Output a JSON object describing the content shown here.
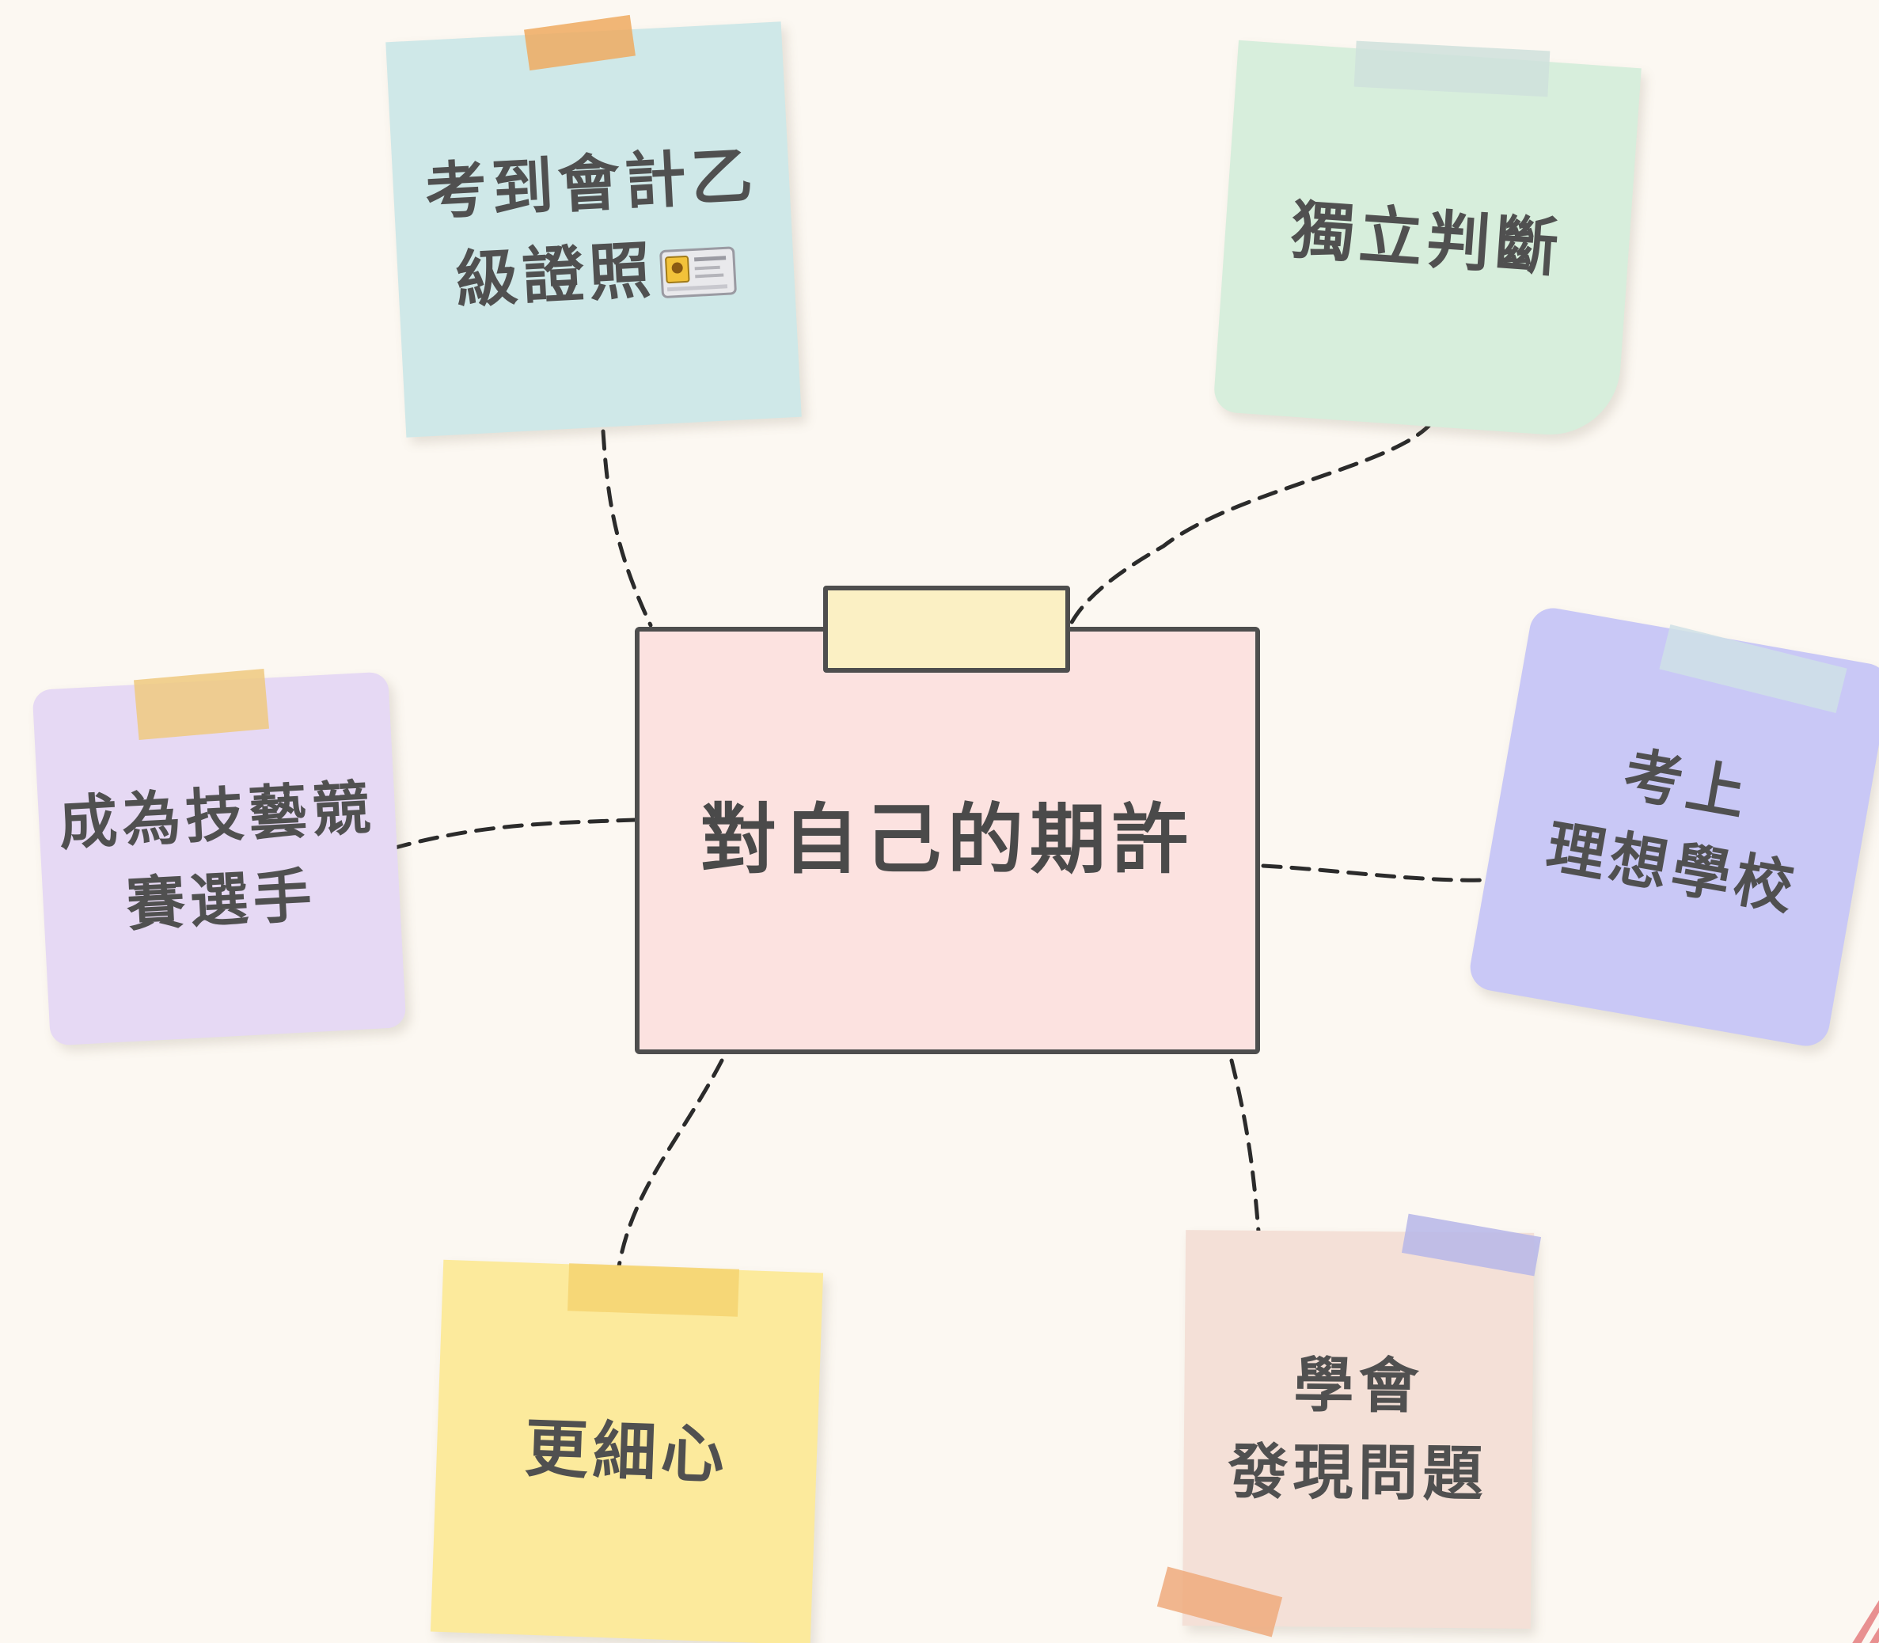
{
  "center": {
    "title": "對自己的期許"
  },
  "notes": [
    {
      "id": "accounting",
      "lines": [
        "考到會計乙",
        "級證照"
      ],
      "icon": "license-card-icon"
    },
    {
      "id": "judgment",
      "lines": [
        "獨立判斷"
      ]
    },
    {
      "id": "competitor",
      "lines": [
        "成為技藝競",
        "賽選手"
      ]
    },
    {
      "id": "school",
      "lines": [
        "考上",
        "理想學校"
      ]
    },
    {
      "id": "careful",
      "lines": [
        "更細心"
      ]
    },
    {
      "id": "problems",
      "lines": [
        "學會",
        "發現問題"
      ]
    }
  ],
  "colors": {
    "background": "#fcf8f2",
    "center_card": "#fce2e0",
    "accounting_note": "#cfe8e8",
    "judgment_note": "#d7eedc",
    "competitor_note": "#e6d9f4",
    "school_note": "#c9c8f6",
    "careful_note": "#fcea9c",
    "problems_note": "#f4e0d7",
    "connector": "#2b2b2b"
  }
}
